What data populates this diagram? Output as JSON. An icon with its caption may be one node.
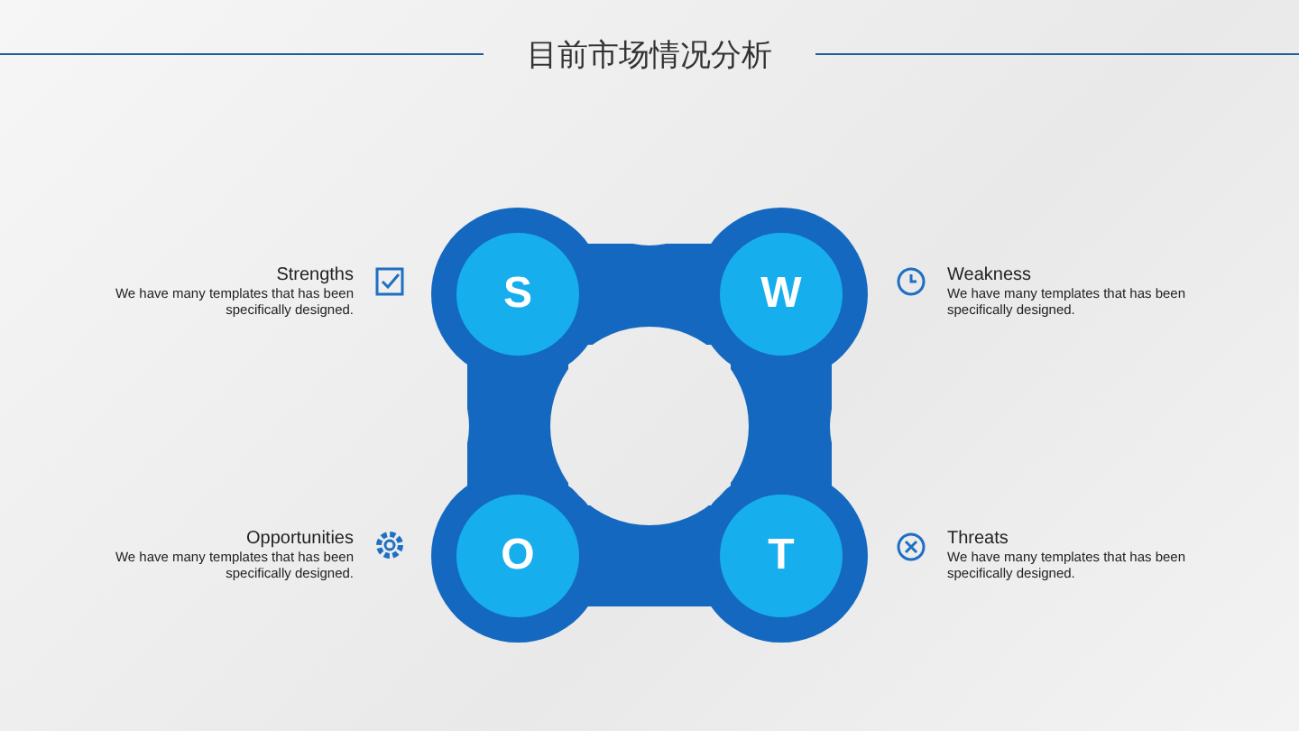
{
  "diagram": {
    "title": "目前市场情况分析",
    "nodes": [
      {
        "text": [
          "S"
        ]
      },
      {
        "text": [
          "W"
        ]
      },
      {
        "text": [
          "O"
        ]
      },
      {
        "text": [
          "T"
        ]
      }
    ],
    "labels": [
      "Strengths",
      "We have many templates that has been specifically designed.",
      "Weakness",
      "We have many templates that has been specifically designed.",
      "Opportunities",
      "We have many templates that has been specifically designed.",
      "Threats",
      "We have many templates that has been specifically designed."
    ]
  }
}
